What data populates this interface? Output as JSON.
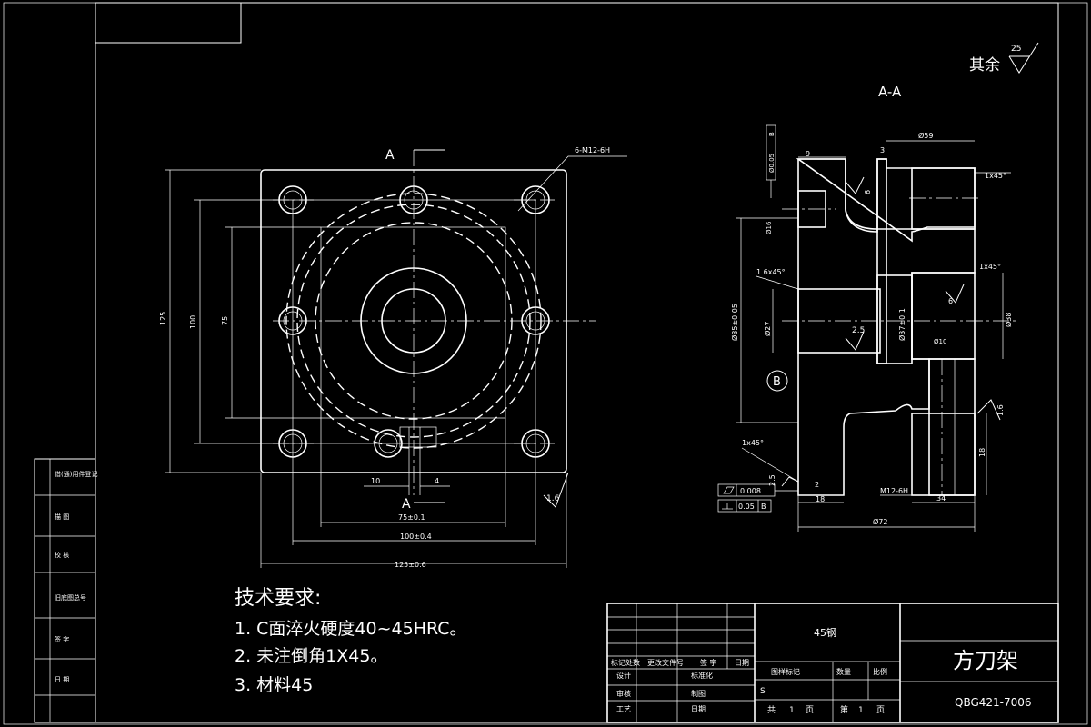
{
  "surface_finish": {
    "label": "其余",
    "value": "25"
  },
  "section_view": {
    "label": "A-A"
  },
  "front_view": {
    "section_mark_top": "A",
    "section_mark_bottom": "A",
    "hole_callout": "6-M12-6H",
    "dim_width_inner": "75±0.1",
    "dim_width_mid": "100±0.4",
    "dim_width_outer": "125±0.6",
    "dim_height_outer": "125",
    "dim_height_mid": "100",
    "dim_height_inner": "75",
    "dim_10": "10",
    "dim_4": "4",
    "roughness_1_6": "1.6"
  },
  "section_details": {
    "dim_9": "9",
    "dim_3": "3",
    "dim_phi59": "Ø59",
    "chamfer_top": "1x45°",
    "roughness_6a": "6",
    "roughness_6b": "6",
    "roughness_2_5": "2.5",
    "roughness_1_6": "1.6",
    "roughness_2_5b": "2.5",
    "chamfer_mid_left": "1.6x45°",
    "chamfer_mid_right": "1x45°",
    "chamfer_bottom_left": "1x45°",
    "dim_phi16": "Ø16",
    "dim_phi85": "Ø85±0.05",
    "dim_phi27": "Ø27",
    "dim_phi37": "Ø37±0.1",
    "dim_phi38": "Ø38",
    "dim_phi10": "Ø10",
    "dim_2": "2",
    "dim_18a": "18",
    "dim_18b": "18",
    "dim_34": "34",
    "dim_phi72": "Ø72",
    "thread": "M12-6H",
    "datum_b": "B",
    "tol_flatness": "0.008",
    "tol_perp": "0.05",
    "tol_perp_ref": "B",
    "tol_top_value": "Ø0.05",
    "tol_top_ref": "B"
  },
  "tech_requirements": {
    "title": "技术要求:",
    "items": [
      "1. C面淬火硬度40~45HRC。",
      "2. 未注倒角1X45。",
      "3. 材料45"
    ]
  },
  "left_strip": {
    "labels": [
      "借(通)用件登记",
      "描 图",
      "校 核",
      "旧底图总号",
      "签 字",
      "日 期"
    ]
  },
  "title_block": {
    "material": "45钢",
    "part_name": "方刀架",
    "drawing_no": "QBG421-7006",
    "header_row": [
      "标记处数",
      "更改文件号",
      "签 字",
      "日期"
    ],
    "design": "设计",
    "standardize": "标准化",
    "check": "审核",
    "process": "工艺",
    "drafting": "制图",
    "date": "日期",
    "stage_mark": "图样标记",
    "quantity": "数量",
    "scale": "比例",
    "stage_s": "S",
    "sheets_total": "共",
    "sheets_total_num": "1",
    "page_word": "页",
    "sheet_no": "第",
    "sheet_no_num": "1",
    "page_word2": "页"
  }
}
